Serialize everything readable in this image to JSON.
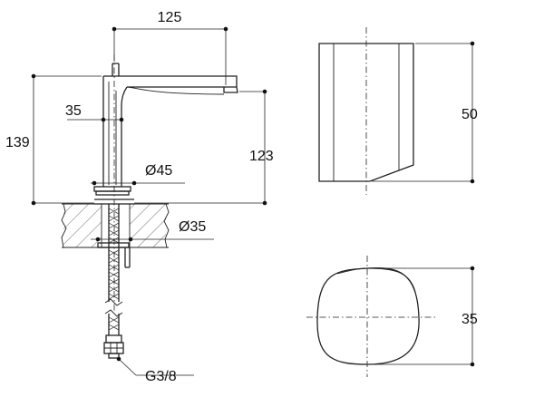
{
  "dimensions": {
    "spout_length": "125",
    "total_height": "139",
    "body_offset": "35",
    "outlet_height": "123",
    "base_diameter": "Ø45",
    "hole_diameter": "Ø35",
    "connection": "G3/8",
    "side_height": "50",
    "top_width": "35"
  }
}
